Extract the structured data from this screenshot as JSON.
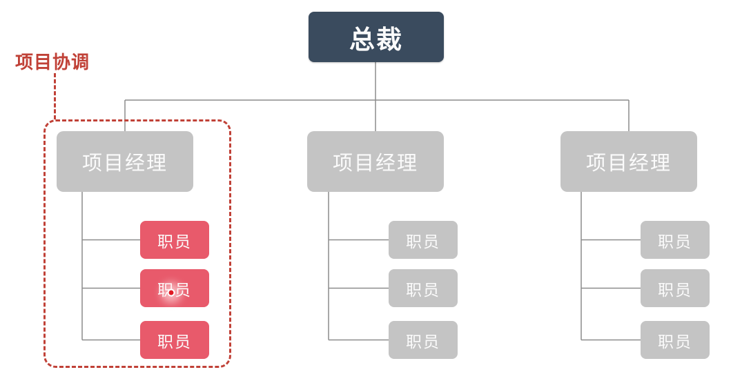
{
  "diagram": {
    "type": "org-chart",
    "root": {
      "label": "总裁"
    },
    "groups": [
      {
        "manager": {
          "label": "项目经理"
        },
        "staff": [
          {
            "label": "职员"
          },
          {
            "label": "职员"
          },
          {
            "label": "职员"
          }
        ],
        "highlighted": true
      },
      {
        "manager": {
          "label": "项目经理"
        },
        "staff": [
          {
            "label": "职员"
          },
          {
            "label": "职员"
          },
          {
            "label": "职员"
          }
        ],
        "highlighted": false
      },
      {
        "manager": {
          "label": "项目经理"
        },
        "staff": [
          {
            "label": "职员"
          },
          {
            "label": "职员"
          },
          {
            "label": "职员"
          }
        ],
        "highlighted": false
      }
    ],
    "annotation": {
      "label": "项目协调"
    }
  },
  "colors": {
    "root": "#3a4b5e",
    "node": "#c4c4c4",
    "highlight": "#e85a6b",
    "annotation": "#c04137",
    "connector": "#8c8c8c"
  }
}
